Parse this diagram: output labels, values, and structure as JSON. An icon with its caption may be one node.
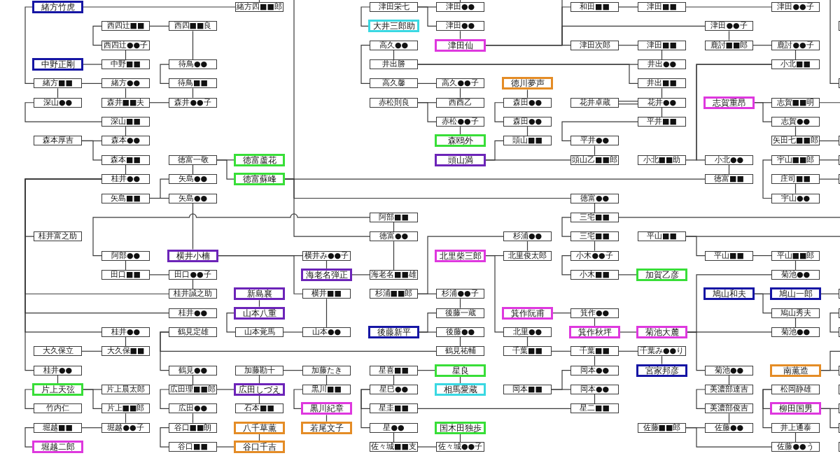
{
  "diagram": {
    "nodes": [
      {
        "text": [
          "緒方竹虎"
        ]
      },
      {
        "text": [
          "緒方四■■郎"
        ]
      },
      {
        "text": [
          "津田栄七"
        ]
      },
      {
        "text": [
          "津田●●"
        ]
      },
      {
        "text": [
          "和田■■"
        ]
      },
      {
        "text": [
          "津田■■"
        ]
      },
      {
        "text": [
          "津田●●子"
        ]
      },
      {
        "text": [
          "西四辻■■"
        ]
      },
      {
        "text": [
          "西四■■良"
        ]
      },
      {
        "text": [
          "大井三郎助"
        ]
      },
      {
        "text": [
          "津田●●"
        ]
      },
      {
        "text": [
          "津田●●子"
        ]
      },
      {
        "text": [],
        "shape": "box"
      },
      {
        "text": [
          "西四辻●●子"
        ]
      },
      {
        "text": [
          "高久●●"
        ]
      },
      {
        "text": [
          "津田仙"
        ]
      },
      {
        "text": [
          "津田次郎"
        ]
      },
      {
        "text": [
          "津田■■"
        ]
      },
      {
        "text": [
          "鹿討■■郎"
        ]
      },
      {
        "text": [
          "鹿討●●子"
        ]
      },
      {
        "text": [
          "中野正剛"
        ]
      },
      {
        "text": [
          "中野■■"
        ]
      },
      {
        "text": [
          "待鳥●●"
        ]
      },
      {
        "text": [
          "井出勝"
        ]
      },
      {
        "text": [
          "井出●●"
        ]
      },
      {
        "text": [
          "小北■■"
        ]
      },
      {
        "text": [
          "緒方■■"
        ]
      },
      {
        "text": [
          "緒方●●"
        ]
      },
      {
        "text": [
          "待鳥■■"
        ]
      },
      {
        "text": [
          "高久馨"
        ]
      },
      {
        "text": [
          "高久●●子"
        ]
      },
      {
        "text": [
          "徳川夢声"
        ]
      },
      {
        "text": [
          "井出■■"
        ]
      },
      {
        "text": [],
        "shape": "box"
      },
      {
        "text": [
          "深山●●"
        ]
      },
      {
        "text": [
          "森井■■夫"
        ]
      },
      {
        "text": [
          "森井●●子"
        ]
      },
      {
        "text": [
          "赤松則良"
        ]
      },
      {
        "text": [
          "西酉乙"
        ]
      },
      {
        "text": [
          "森田●●"
        ]
      },
      {
        "text": [
          "花井卓蔵"
        ]
      },
      {
        "text": [
          "花井●●"
        ]
      },
      {
        "text": [
          "志賀重昂"
        ]
      },
      {
        "text": [
          "志賀■■明"
        ]
      },
      {
        "text": [
          "深山■■"
        ]
      },
      {
        "text": [
          "赤松●●子"
        ]
      },
      {
        "text": [
          "森田●●"
        ]
      },
      {
        "text": [
          "平井■■"
        ]
      },
      {
        "text": [
          "志賀●●"
        ]
      },
      {
        "text": [
          "森本厚吉"
        ]
      },
      {
        "text": [
          "森本●●"
        ]
      },
      {
        "text": [
          "森鴎外"
        ]
      },
      {
        "text": [
          "頭山■■"
        ]
      },
      {
        "text": [
          "平井●●"
        ]
      },
      {
        "text": [
          "矢田七■■郎"
        ]
      },
      {
        "text": [],
        "shape": "box"
      },
      {
        "text": [
          "森本■■"
        ]
      },
      {
        "text": [
          "徳富一敬"
        ]
      },
      {
        "text": [
          "徳富蘆花"
        ]
      },
      {
        "text": [
          "頭山満"
        ]
      },
      {
        "text": [
          "頭山乙■■郎"
        ]
      },
      {
        "text": [
          "小北■■助"
        ]
      },
      {
        "text": [
          "小北●●"
        ]
      },
      {
        "text": [
          "宇山■■郎"
        ]
      },
      {
        "text": [],
        "shape": "box"
      },
      {
        "text": [
          "桂井●●"
        ]
      },
      {
        "text": [
          "矢島●●"
        ]
      },
      {
        "text": [
          "徳富蘇峰"
        ]
      },
      {
        "text": [
          "徳富■■"
        ]
      },
      {
        "text": [
          "庄司■■"
        ]
      },
      {
        "text": [],
        "shape": "box"
      },
      {
        "text": [
          "矢島■■"
        ]
      },
      {
        "text": [
          "矢島●●"
        ]
      },
      {
        "text": [
          "徳富●●"
        ]
      },
      {
        "text": [
          "宇山●●"
        ]
      },
      {
        "text": [
          "阿部■■"
        ]
      },
      {
        "text": [
          "三宅■■"
        ]
      },
      {
        "text": [
          "桂井富之助"
        ]
      },
      {
        "text": [
          "徳富●●"
        ]
      },
      {
        "text": [
          "杉浦●●"
        ]
      },
      {
        "text": [
          "三宅■■"
        ]
      },
      {
        "text": [
          "平山■■"
        ]
      },
      {
        "text": [
          "阿部●●"
        ]
      },
      {
        "text": [
          "横井小楠"
        ]
      },
      {
        "text": [
          "横井み●●子"
        ]
      },
      {
        "text": [
          "北里柴三郎"
        ]
      },
      {
        "text": [
          "北里俊太郎"
        ]
      },
      {
        "text": [
          "小木●●子"
        ]
      },
      {
        "text": [
          "平山■■"
        ]
      },
      {
        "text": [
          "平山■■郎"
        ]
      },
      {
        "text": [
          "田口■■"
        ]
      },
      {
        "text": [
          "田口●●子"
        ]
      },
      {
        "text": [
          "海老名弾正"
        ]
      },
      {
        "text": [
          "海老名■■雄"
        ]
      },
      {
        "text": [
          "小木■■"
        ]
      },
      {
        "text": [
          "加賀乙彦"
        ]
      },
      {
        "text": [
          "菊池●●"
        ]
      },
      {
        "text": [
          "桂井誠之助"
        ]
      },
      {
        "text": [
          "新島襄"
        ]
      },
      {
        "text": [
          "横井■■"
        ]
      },
      {
        "text": [
          "杉浦■■郎"
        ]
      },
      {
        "text": [
          "杉浦●●子"
        ]
      },
      {
        "text": [
          "鳩山和夫"
        ]
      },
      {
        "text": [
          "鳩山一郎"
        ]
      },
      {
        "text": [],
        "shape": "box"
      },
      {
        "text": [
          "桂井●●"
        ]
      },
      {
        "text": [
          "山本八重"
        ]
      },
      {
        "text": [
          "後藤一蔵"
        ]
      },
      {
        "text": [
          "箕作阮甫"
        ]
      },
      {
        "text": [
          "箕作●●"
        ]
      },
      {
        "text": [
          "鳩山秀夫"
        ]
      },
      {
        "text": [],
        "shape": "box"
      },
      {
        "text": [
          "桂井●●"
        ]
      },
      {
        "text": [
          "鶴見定雄"
        ]
      },
      {
        "text": [
          "山本覚馬"
        ]
      },
      {
        "text": [
          "山本●●"
        ]
      },
      {
        "text": [
          "後藤新平"
        ]
      },
      {
        "text": [
          "後藤●●"
        ]
      },
      {
        "text": [
          "北里●●"
        ]
      },
      {
        "text": [
          "箕作秋坪"
        ]
      },
      {
        "text": [
          "菊池大麓"
        ]
      },
      {
        "text": [
          "菊池●●"
        ]
      },
      {
        "text": [],
        "shape": "box"
      },
      {
        "text": [
          "大久保立"
        ]
      },
      {
        "text": [
          "大久保■■"
        ]
      },
      {
        "text": [
          "鶴見祐輔"
        ]
      },
      {
        "text": [
          "千葉■■"
        ]
      },
      {
        "text": [
          "千葉■■"
        ]
      },
      {
        "text": [
          "千葉み●●り"
        ]
      },
      {
        "text": [
          "桂井●●"
        ]
      },
      {
        "text": [
          "鶴見●●"
        ]
      },
      {
        "text": [
          "加藤勘十"
        ]
      },
      {
        "text": [
          "加藤たき"
        ]
      },
      {
        "text": [
          "星喜■■"
        ]
      },
      {
        "text": [
          "星良"
        ]
      },
      {
        "text": [
          "岡本●●"
        ]
      },
      {
        "text": [
          "宮家邦彦"
        ]
      },
      {
        "text": [
          "菊池●●"
        ]
      },
      {
        "text": [
          "南薫造"
        ]
      },
      {
        "text": [],
        "shape": "box"
      },
      {
        "text": [
          "片上天弦"
        ]
      },
      {
        "text": [
          "片上晨太郎"
        ]
      },
      {
        "text": [
          "広田理■■郎"
        ]
      },
      {
        "text": [
          "広田しづえ"
        ]
      },
      {
        "text": [
          "黒川■■"
        ]
      },
      {
        "text": [
          "星巳●●"
        ]
      },
      {
        "text": [
          "相馬愛蔵"
        ]
      },
      {
        "text": [
          "岡本■■"
        ]
      },
      {
        "text": [
          "岡本●●"
        ]
      },
      {
        "text": [
          "美濃部達吉"
        ]
      },
      {
        "text": [
          "松岡静雄"
        ]
      },
      {
        "text": [],
        "shape": "box"
      },
      {
        "text": [
          "竹内仁"
        ]
      },
      {
        "text": [
          "片上■■郎"
        ]
      },
      {
        "text": [
          "広田●●"
        ]
      },
      {
        "text": [
          "石本■■"
        ]
      },
      {
        "text": [
          "黒川紀章"
        ]
      },
      {
        "text": [
          "星圭■■"
        ]
      },
      {
        "text": [
          "星二■■"
        ]
      },
      {
        "text": [
          "美濃部俊吉"
        ]
      },
      {
        "text": [
          "柳田国男"
        ]
      },
      {
        "text": [],
        "shape": "box"
      },
      {
        "text": [
          "堀越■■"
        ]
      },
      {
        "text": [
          "堀越●●子"
        ]
      },
      {
        "text": [
          "谷口■■朗"
        ]
      },
      {
        "text": [
          "八千草薫"
        ]
      },
      {
        "text": [
          "若尾文子"
        ]
      },
      {
        "text": [
          "星●●"
        ]
      },
      {
        "text": [
          "国木田独歩"
        ]
      },
      {
        "text": [
          "佐藤■■郎"
        ]
      },
      {
        "text": [
          "佐藤●●"
        ]
      },
      {
        "text": [
          "井上通泰"
        ]
      },
      {
        "text": [],
        "shape": "box"
      },
      {
        "text": [
          "堀越二郎"
        ]
      },
      {
        "text": [
          "谷口■■"
        ]
      },
      {
        "text": [
          "谷口千吉"
        ]
      },
      {
        "text": [
          "佐々城■■支"
        ]
      },
      {
        "text": [
          "佐々城●●子"
        ]
      },
      {
        "text": [
          "佐藤●●う"
        ]
      },
      {
        "text": [],
        "shape": "box"
      }
    ],
    "edges": [
      {
        "from": 0,
        "to": 1,
        "arrow": "none"
      },
      {
        "from": 1,
        "to": null,
        "arrow": "none"
      },
      {
        "from": 0,
        "to": 26,
        "arrow": "none"
      },
      {
        "from": 2,
        "to": 9,
        "arrow": "none"
      },
      {
        "from": 2,
        "to": 3,
        "arrow": "none"
      },
      {
        "from": 2,
        "to": 10,
        "arrow": "none"
      },
      {
        "from": 3,
        "to": null,
        "arrow": "none"
      },
      {
        "from": 4,
        "to": 5,
        "arrow": "none"
      },
      {
        "from": 5,
        "to": 6,
        "arrow": "none"
      },
      {
        "from": 7,
        "to": 13,
        "arrow": "none"
      },
      {
        "from": 7,
        "to": 8,
        "arrow": "none"
      },
      {
        "from": 8,
        "to": 22,
        "arrow": "none"
      },
      {
        "from": 10,
        "to": 15,
        "arrow": "none"
      },
      {
        "from": 11,
        "to": 18,
        "arrow": "none"
      },
      {
        "from": 15,
        "to": 4,
        "arrow": "none"
      },
      {
        "from": 15,
        "to": 11,
        "arrow": "none"
      },
      {
        "from": 15,
        "to": 16,
        "arrow": "none"
      },
      {
        "from": 15,
        "to": null,
        "arrow": "none"
      },
      {
        "from": 13,
        "to": 21,
        "arrow": "none"
      },
      {
        "from": 14,
        "to": 23,
        "arrow": "none"
      },
      {
        "from": 14,
        "to": 29,
        "arrow": "none"
      },
      {
        "from": 16,
        "to": 17,
        "arrow": "none"
      },
      {
        "from": 17,
        "to": 24,
        "arrow": "none"
      },
      {
        "from": 18,
        "to": 19,
        "arrow": "none"
      },
      {
        "from": 19,
        "to": 25,
        "arrow": "none"
      },
      {
        "from": 20,
        "to": 21,
        "arrow": "none"
      },
      {
        "from": 22,
        "to": 28,
        "arrow": "none"
      },
      {
        "from": 23,
        "to": 24,
        "arrow": "none"
      },
      {
        "from": 23,
        "to": 32,
        "arrow": "none"
      },
      {
        "from": 25,
        "to": 61,
        "arrow": "none"
      },
      {
        "from": 25,
        "to": 62,
        "arrow": "none"
      },
      {
        "from": 26,
        "to": 27,
        "arrow": "none"
      },
      {
        "from": 26,
        "to": 34,
        "arrow": "none"
      },
      {
        "from": 27,
        "to": 35,
        "arrow": "none"
      },
      {
        "from": 28,
        "to": 36,
        "arrow": "none"
      },
      {
        "from": 29,
        "to": 30,
        "arrow": "none"
      },
      {
        "from": 30,
        "to": 38,
        "arrow": "none"
      },
      {
        "from": 31,
        "to": 39,
        "arrow": "none"
      },
      {
        "from": 32,
        "to": 41,
        "arrow": "none"
      },
      {
        "from": 34,
        "to": 44,
        "arrow": "none"
      },
      {
        "from": 35,
        "to": 36,
        "arrow": "none"
      },
      {
        "from": 37,
        "to": 38,
        "arrow": "none"
      },
      {
        "from": 37,
        "to": 45,
        "arrow": "none"
      },
      {
        "from": 39,
        "to": 46,
        "arrow": "none"
      },
      {
        "from": 40,
        "to": 41,
        "arrow": "none"
      },
      {
        "from": 40,
        "to": 41,
        "arrow": "none"
      },
      {
        "from": 41,
        "to": 47,
        "arrow": "none"
      },
      {
        "from": 42,
        "to": 43,
        "arrow": "none"
      },
      {
        "from": 42,
        "to": 48,
        "arrow": "none"
      },
      {
        "from": 43,
        "to": null,
        "arrow": "none"
      },
      {
        "from": 44,
        "to": 50,
        "arrow": "none"
      },
      {
        "from": 45,
        "to": 51,
        "arrow": "none"
      },
      {
        "from": 46,
        "to": 52,
        "arrow": "none"
      },
      {
        "from": 47,
        "to": 53,
        "arrow": "none"
      },
      {
        "from": 48,
        "to": 54,
        "arrow": "none"
      },
      {
        "from": 49,
        "to": 50,
        "arrow": "none"
      },
      {
        "from": 49,
        "to": 56,
        "arrow": "none"
      },
      {
        "from": 53,
        "to": 60,
        "arrow": "none"
      },
      {
        "from": 54,
        "to": 55,
        "arrow": "none"
      },
      {
        "from": 56,
        "to": 65,
        "arrow": "none"
      },
      {
        "from": 57,
        "to": 58,
        "arrow": "none"
      },
      {
        "from": 57,
        "to": 67,
        "arrow": "none"
      },
      {
        "from": 57,
        "to": 66,
        "arrow": "none"
      },
      {
        "from": 59,
        "to": 52,
        "arrow": "none"
      },
      {
        "from": 59,
        "to": 60,
        "arrow": "none"
      },
      {
        "from": 62,
        "to": 68,
        "arrow": "none"
      },
      {
        "from": 63,
        "to": 64,
        "arrow": "none"
      },
      {
        "from": 63,
        "to": 74,
        "arrow": "none"
      },
      {
        "from": 65,
        "to": 77,
        "arrow": "none"
      },
      {
        "from": 65,
        "to": 97,
        "arrow": "none"
      },
      {
        "from": 65,
        "to": 105,
        "arrow": "none"
      },
      {
        "from": 65,
        "to": 112,
        "arrow": "none"
      },
      {
        "from": 65,
        "to": 129,
        "arrow": "none"
      },
      {
        "from": 71,
        "to": 66,
        "arrow": "none"
      },
      {
        "from": 71,
        "to": 72,
        "arrow": "none"
      },
      {
        "from": 67,
        "to": 68,
        "arrow": "none"
      },
      {
        "from": 67,
        "to": 73,
        "arrow": "none"
      },
      {
        "from": 67,
        "to": 78,
        "arrow": "none"
      },
      {
        "from": 67,
        "to": null,
        "arrow": "none"
      },
      {
        "from": 69,
        "to": 70,
        "arrow": "none"
      },
      {
        "from": 69,
        "to": 74,
        "arrow": "none"
      },
      {
        "from": 72,
        "to": 83,
        "arrow": "none"
      },
      {
        "from": 73,
        "to": 76,
        "arrow": "none"
      },
      {
        "from": 75,
        "to": 82,
        "arrow": "none"
      },
      {
        "from": 75,
        "to": 78,
        "arrow": "none"
      },
      {
        "from": 76,
        "to": 80,
        "arrow": "none"
      },
      {
        "from": 76,
        "to": null,
        "arrow": "none"
      },
      {
        "from": 78,
        "to": 93,
        "arrow": "none"
      },
      {
        "from": 79,
        "to": 86,
        "arrow": "none"
      },
      {
        "from": 80,
        "to": 87,
        "arrow": "none"
      },
      {
        "from": 81,
        "to": 88,
        "arrow": "none"
      },
      {
        "from": 81,
        "to": null,
        "arrow": "none"
      },
      {
        "from": 82,
        "to": 90,
        "arrow": "none"
      },
      {
        "from": 83,
        "to": 84,
        "arrow": "none"
      },
      {
        "from": 83,
        "to": 99,
        "arrow": "none"
      },
      {
        "from": 84,
        "to": 92,
        "arrow": "none"
      },
      {
        "from": 85,
        "to": 86,
        "arrow": "none"
      },
      {
        "from": 85,
        "to": 118,
        "arrow": "none"
      },
      {
        "from": 87,
        "to": 94,
        "arrow": "none"
      },
      {
        "from": 88,
        "to": 89,
        "arrow": "none"
      },
      {
        "from": 89,
        "to": 96,
        "arrow": "none"
      },
      {
        "from": 90,
        "to": 91,
        "arrow": "none"
      },
      {
        "from": 91,
        "to": 97,
        "arrow": "none"
      },
      {
        "from": 92,
        "to": 93,
        "arrow": "none"
      },
      {
        "from": 94,
        "to": 95,
        "arrow": "none"
      },
      {
        "from": 98,
        "to": 106,
        "arrow": "none"
      },
      {
        "from": 99,
        "to": 115,
        "arrow": "none"
      },
      {
        "from": 100,
        "to": 79,
        "arrow": "none"
      },
      {
        "from": 100,
        "to": 101,
        "arrow": "none"
      },
      {
        "from": 101,
        "to": 107,
        "arrow": "none"
      },
      {
        "from": 102,
        "to": 103,
        "arrow": "none"
      },
      {
        "from": 102,
        "to": 110,
        "arrow": "none"
      },
      {
        "from": 103,
        "to": 104,
        "arrow": "none"
      },
      {
        "from": 106,
        "to": 114,
        "arrow": "none"
      },
      {
        "from": 108,
        "to": 109,
        "arrow": "none"
      },
      {
        "from": 109,
        "to": 119,
        "arrow": "none"
      },
      {
        "from": 110,
        "to": 121,
        "arrow": "none"
      },
      {
        "from": 111,
        "to": 122,
        "arrow": "none"
      },
      {
        "from": 112,
        "to": 124,
        "arrow": "none"
      },
      {
        "from": 113,
        "to": 125,
        "arrow": "none"
      },
      {
        "from": 113,
        "to": 130,
        "arrow": "none"
      },
      {
        "from": 114,
        "to": 115,
        "arrow": "none"
      },
      {
        "from": 116,
        "to": 107,
        "arrow": "none"
      },
      {
        "from": 116,
        "to": 117,
        "arrow": "none"
      },
      {
        "from": 117,
        "to": 125,
        "arrow": "none"
      },
      {
        "from": 118,
        "to": 126,
        "arrow": "none"
      },
      {
        "from": 119,
        "to": 120,
        "arrow": "none"
      },
      {
        "from": 120,
        "to": 96,
        "arrow": "none"
      },
      {
        "from": 120,
        "to": 121,
        "arrow": "none"
      },
      {
        "from": 120,
        "to": 137,
        "arrow": "none"
      },
      {
        "from": 123,
        "to": 124,
        "arrow": "none"
      },
      {
        "from": 126,
        "to": 127,
        "arrow": "none"
      },
      {
        "from": 127,
        "to": 128,
        "arrow": "none"
      },
      {
        "from": 127,
        "to": 135,
        "arrow": "none"
      },
      {
        "from": 128,
        "to": 136,
        "arrow": "none"
      },
      {
        "from": 129,
        "to": 140,
        "arrow": "none"
      },
      {
        "from": 130,
        "to": 142,
        "arrow": "none"
      },
      {
        "from": 131,
        "to": 132,
        "arrow": "none"
      },
      {
        "from": 131,
        "to": 143,
        "arrow": "none"
      },
      {
        "from": 132,
        "to": 144,
        "arrow": "none"
      },
      {
        "from": 133,
        "to": 134,
        "arrow": "none"
      },
      {
        "from": 133,
        "to": 145,
        "arrow": "none"
      },
      {
        "from": 134,
        "to": 146,
        "arrow": "none"
      },
      {
        "from": 147,
        "to": 135,
        "arrow": "none"
      },
      {
        "from": 147,
        "to": 148,
        "arrow": "none"
      },
      {
        "from": 137,
        "to": 149,
        "arrow": "none"
      },
      {
        "from": 138,
        "to": 139,
        "arrow": "none"
      },
      {
        "from": 138,
        "to": null,
        "arrow": "none"
      },
      {
        "from": 140,
        "to": 152,
        "arrow": "none"
      },
      {
        "from": 140,
        "to": 141,
        "arrow": "none"
      },
      {
        "from": 140,
        "to": 153,
        "arrow": "none"
      },
      {
        "from": 142,
        "to": 143,
        "arrow": "none"
      },
      {
        "from": 142,
        "to": 154,
        "arrow": "none"
      },
      {
        "from": 143,
        "to": 155,
        "arrow": "none"
      },
      {
        "from": 144,
        "to": 156,
        "arrow": "none"
      },
      {
        "from": 145,
        "to": 157,
        "arrow": "none"
      },
      {
        "from": 145,
        "to": 167,
        "arrow": "none"
      },
      {
        "from": 148,
        "to": 158,
        "arrow": "none"
      },
      {
        "from": 149,
        "to": 159,
        "arrow": "none"
      },
      {
        "from": 150,
        "to": 160,
        "arrow": "none"
      },
      {
        "from": 150,
        "to": 171,
        "arrow": "none"
      },
      {
        "from": 153,
        "to": 163,
        "arrow": "none"
      },
      {
        "from": 154,
        "to": 164,
        "arrow": "none"
      },
      {
        "from": 156,
        "to": 166,
        "arrow": "none"
      },
      {
        "from": 157,
        "to": 158,
        "arrow": "none"
      },
      {
        "from": 159,
        "to": 170,
        "arrow": "none"
      },
      {
        "from": 160,
        "to": 161,
        "arrow": "none"
      },
      {
        "from": 160,
        "to": 172,
        "arrow": "none"
      },
      {
        "from": 162,
        "to": 163,
        "arrow": "none"
      },
      {
        "from": 162,
        "to": 173,
        "arrow": "none"
      },
      {
        "from": 164,
        "to": 174,
        "arrow": "none"
      },
      {
        "from": 165,
        "to": 175,
        "arrow": "none"
      },
      {
        "from": 167,
        "to": 176,
        "arrow": "none"
      },
      {
        "from": 168,
        "to": 177,
        "arrow": "none"
      },
      {
        "from": 169,
        "to": 170,
        "arrow": "none"
      },
      {
        "from": 169,
        "to": 178,
        "arrow": "none"
      },
      {
        "from": 171,
        "to": 178,
        "arrow": "none"
      },
      {
        "from": 174,
        "to": 175,
        "arrow": "none"
      },
      {
        "from": 176,
        "to": 177,
        "arrow": "none"
      },
      {
        "from": null,
        "to": 33,
        "arrow": "none"
      }
    ]
  }
}
